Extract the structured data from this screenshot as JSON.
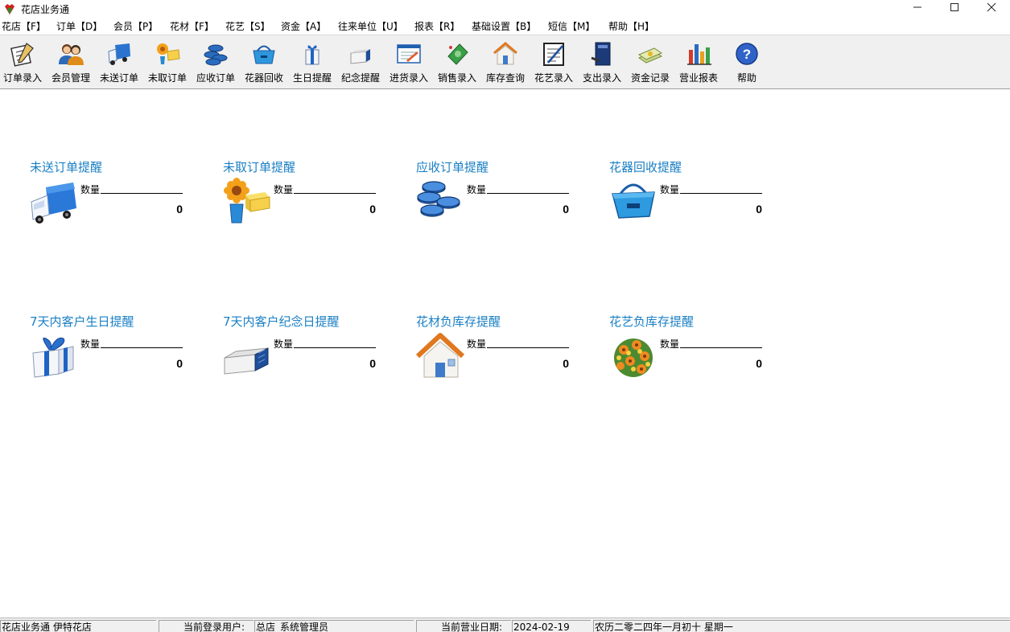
{
  "window": {
    "title": "花店业务通"
  },
  "menu": [
    "花店【F】",
    "订单【D】",
    "会员【P】",
    "花材【F】",
    "花艺【S】",
    "资金【A】",
    "往来单位【U】",
    "报表【R】",
    "基础设置【B】",
    "短信【M】",
    "帮助【H】"
  ],
  "toolbar": [
    "订单录入",
    "会员管理",
    "未送订单",
    "未取订单",
    "应收订单",
    "花器回收",
    "生日提醒",
    "纪念提醒",
    "进货录入",
    "销售录入",
    "库存查询",
    "花艺录入",
    "支出录入",
    "资金记录",
    "营业报表",
    "帮助"
  ],
  "panels": [
    {
      "title": "未送订单提醒",
      "count_label": "数量",
      "count": "0",
      "icon": "truck-icon"
    },
    {
      "title": "未取订单提醒",
      "count_label": "数量",
      "count": "0",
      "icon": "flower-box-icon"
    },
    {
      "title": "应收订单提醒",
      "count_label": "数量",
      "count": "0",
      "icon": "coins-icon"
    },
    {
      "title": "花器回收提醒",
      "count_label": "数量",
      "count": "0",
      "icon": "basket-icon"
    },
    {
      "title": "7天内客户生日提醒",
      "count_label": "数量",
      "count": "0",
      "icon": "gift-icon"
    },
    {
      "title": "7天内客户纪念日提醒",
      "count_label": "数量",
      "count": "0",
      "icon": "box-icon"
    },
    {
      "title": "花材负库存提醒",
      "count_label": "数量",
      "count": "0",
      "icon": "house-icon"
    },
    {
      "title": "花艺负库存提醒",
      "count_label": "数量",
      "count": "0",
      "icon": "bouquet-icon"
    }
  ],
  "status": {
    "app": "花店业务通 伊特花店",
    "user_label": "当前登录用户:",
    "user": "总店_系统管理员",
    "date_label": "当前营业日期:",
    "date": "2024-02-19",
    "lunar": "农历二零二四年一月初十  星期一"
  }
}
